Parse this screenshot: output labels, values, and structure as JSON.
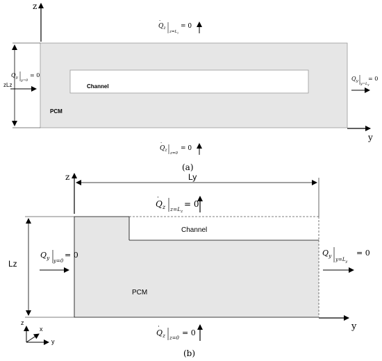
{
  "figure_a": {
    "caption": "(a)",
    "axis_z": "z",
    "axis_y": "y",
    "height_label": "zLz",
    "channel_label": "Channel",
    "pcm_label": "PCM",
    "bc_top": {
      "q": "Q",
      "sub": "z",
      "cond": "z=L",
      "cond_sub": "z",
      "eq": "= 0"
    },
    "bc_bottom": {
      "q": "Q",
      "sub": "z",
      "cond": "z=0",
      "eq": "= 0"
    },
    "bc_left": {
      "q": "Q",
      "sub": "y",
      "cond": "y=0",
      "eq": "= 0"
    },
    "bc_right": {
      "q": "Q",
      "sub": "y",
      "cond": "y=L",
      "cond_sub": "y",
      "eq": "= 0"
    }
  },
  "figure_b": {
    "caption": "(b)",
    "axis_z": "z",
    "axis_y": "y",
    "width_label": "Ly",
    "height_label": "Lz",
    "channel_label": "Channel",
    "pcm_label": "PCM",
    "triad": {
      "z": "z",
      "x": "x",
      "y": "y"
    },
    "bc_top": {
      "q": "Q",
      "sub": "z",
      "cond": "z=L",
      "cond_sub": "z",
      "eq": "= 0"
    },
    "bc_bottom": {
      "q": "Q",
      "sub": "z",
      "cond": "z=0",
      "eq": "= 0"
    },
    "bc_left": {
      "q": "Q",
      "sub": "y",
      "cond": "y=0",
      "eq": "= 0"
    },
    "bc_right": {
      "q": "Q",
      "sub": "y",
      "cond": "y=L",
      "cond_sub": "y",
      "eq": "= 0"
    }
  },
  "colors": {
    "pcm_fill": "#e6e6e6",
    "line": "#000000",
    "dashed": "#555555"
  }
}
